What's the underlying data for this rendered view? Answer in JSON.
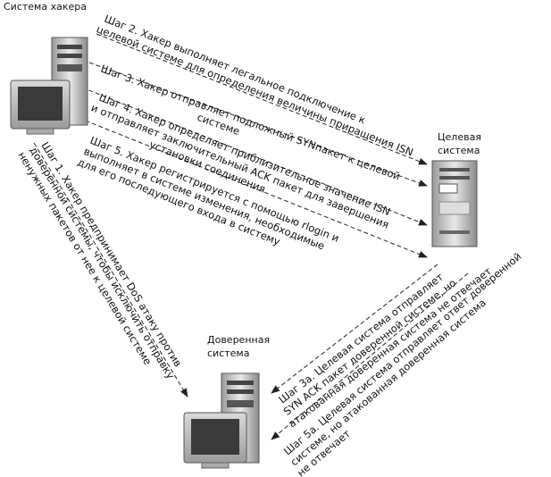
{
  "labels": {
    "hacker": "Система хакера",
    "target_line1": "Целевая",
    "target_line2": "система",
    "trusted_line1": "Доверенная",
    "trusted_line2": "система"
  },
  "steps": {
    "step2": {
      "line1": "Шаг 2. Хакер выполняет легальное подключение к",
      "line2": "целевой системе для определения величины приращения ISN"
    },
    "step3": {
      "line1": "Шаг 3. Хакер отправляет подложный SYNпакет к целевой",
      "line2": "системе"
    },
    "step4": {
      "line1": "Шаг 4. Хакер определяет приблизительное значение ISN",
      "line2": "и отправляет заключительный ACK пакет для завершения",
      "line3": "установки соединения"
    },
    "step5": {
      "line1": "Шаг 5. Хакер регистрируется с помощью rlogin и",
      "line2": "выполняет в системе изменения, необходимые",
      "line3": "для его последующего входа в систему"
    },
    "step1": {
      "line1": "Шаг 1. Хакер предпринимает DoS атаку против",
      "line2": "доверенной системы, чтобы исключить отправку",
      "line3": "ненужных пакетов от нее к целевой системе"
    },
    "step3a": {
      "line1": "Шаг 3а. Целевая система отправляет",
      "line2": "SYN ACK пакет доверенной системе, но",
      "line3": "атакованная доверенная система не отвечает"
    },
    "step5a": {
      "line1": "Шаг 5а. Целевая система отправляет ответ доверенной",
      "line2": "системе, но атакованная доверенная система",
      "line3": "не отвечает"
    }
  }
}
